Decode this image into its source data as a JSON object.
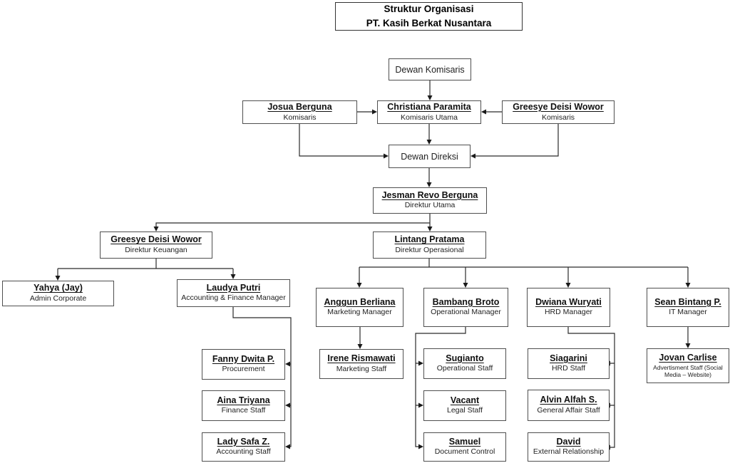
{
  "title": {
    "line1": "Struktur Organisasi",
    "line2": "PT. Kasih Berkat Nusantara"
  },
  "colors": {
    "box_border": "#4f4f4f",
    "line": "#2b2b2b",
    "text": "#111111",
    "background": "#ffffff"
  },
  "nodes": {
    "dewan_komisaris": {
      "name": "Dewan Komisaris"
    },
    "josua": {
      "name": "Josua Berguna",
      "role": "Komisaris"
    },
    "christiana": {
      "name": "Christiana Paramita",
      "role": "Komisaris Utama"
    },
    "greesye_komisaris": {
      "name": "Greesye Deisi Wowor",
      "role": "Komisaris"
    },
    "dewan_direksi": {
      "name": "Dewan Direksi"
    },
    "jesman": {
      "name": "Jesman Revo Berguna",
      "role": "Direktur Utama"
    },
    "greesye_keuangan": {
      "name": "Greesye Deisi Wowor",
      "role": "Direktur Keuangan"
    },
    "lintang": {
      "name": "Lintang Pratama",
      "role": "Direktur Operasional"
    },
    "yahya": {
      "name": "Yahya (Jay)",
      "role": "Admin Corporate"
    },
    "laudya": {
      "name": "Laudya Putri",
      "role": "Accounting & Finance Manager"
    },
    "anggun": {
      "name": "Anggun Berliana",
      "role": "Marketing Manager"
    },
    "bambang": {
      "name": "Bambang Broto",
      "role": "Operational Manager"
    },
    "dwiana": {
      "name": "Dwiana Wuryati",
      "role": "HRD Manager"
    },
    "sean": {
      "name": "Sean Bintang P.",
      "role": "IT Manager"
    },
    "fanny": {
      "name": "Fanny Dwita P.",
      "role": "Procurement"
    },
    "aina": {
      "name": "Aina Triyana",
      "role": "Finance Staff"
    },
    "lady_safa": {
      "name": "Lady Safa Z.",
      "role": "Accounting Staff"
    },
    "irene": {
      "name": "Irene Rismawati",
      "role": "Marketing Staff"
    },
    "sugianto": {
      "name": "Sugianto",
      "role": "Operational Staff"
    },
    "vacant": {
      "name": "Vacant",
      "role": "Legal Staff"
    },
    "samuel": {
      "name": "Samuel",
      "role": "Document Control"
    },
    "siagarini": {
      "name": "Siagarini",
      "role": "HRD Staff"
    },
    "alvin": {
      "name": "Alvin Alfah S.",
      "role": "General Affair Staff"
    },
    "david": {
      "name": "David",
      "role": "External Relationship"
    },
    "jovan": {
      "name": "Jovan Carlise",
      "role": "Advertisment Staff (Social Media – Website)"
    }
  }
}
